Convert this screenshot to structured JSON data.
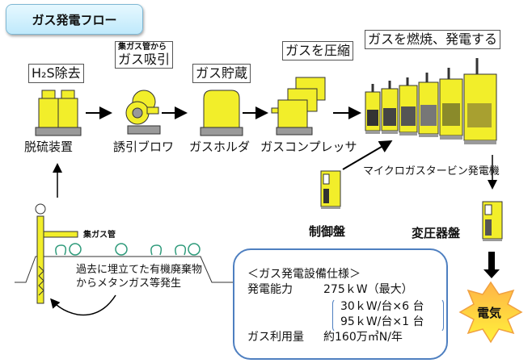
{
  "title": "ガス発電フロー",
  "steps": [
    {
      "label": "H₂S除去",
      "caption": "脱硫装置",
      "icon": "desulfurizer-icon"
    },
    {
      "sublabel": "集ガス管から",
      "label": "ガス吸引",
      "caption": "誘引ブロワ",
      "icon": "blower-icon"
    },
    {
      "label": "ガス貯蔵",
      "caption": "ガスホルダ",
      "icon": "gas-holder-icon"
    },
    {
      "label": "ガスを圧縮",
      "caption": "ガスコンプレッサ",
      "icon": "compressor-icon"
    },
    {
      "label": "ガスを燃焼、発電する",
      "caption": "マイクロガスタービン発電機",
      "icon": "microturbine-icon"
    }
  ],
  "control_panel": "制御盤",
  "transformer_panel": "変圧器盤",
  "landfill": {
    "pipe_label": "集ガス管",
    "description_line1": "過去に埋立てた有機廃棄物",
    "description_line2": "からメタンガス等発生"
  },
  "specs": {
    "heading": "＜ガス発電設備仕様＞",
    "capacity_label": "発電能力",
    "capacity_value": "275ｋW（最大）",
    "unit_line1": "30ｋW/台×6 台",
    "unit_line2": "95ｋW/台×1 台",
    "usage_label": "ガス利用量",
    "usage_value": "約160万㎥N/年"
  },
  "output": "電気",
  "colors": {
    "equipment_yellow": "#f2ee2a",
    "base_gray": "#9a9a9a",
    "spec_border": "#4e7fc0",
    "star_fill": "#ffd54a",
    "vegetation": "#2e9a7a"
  }
}
